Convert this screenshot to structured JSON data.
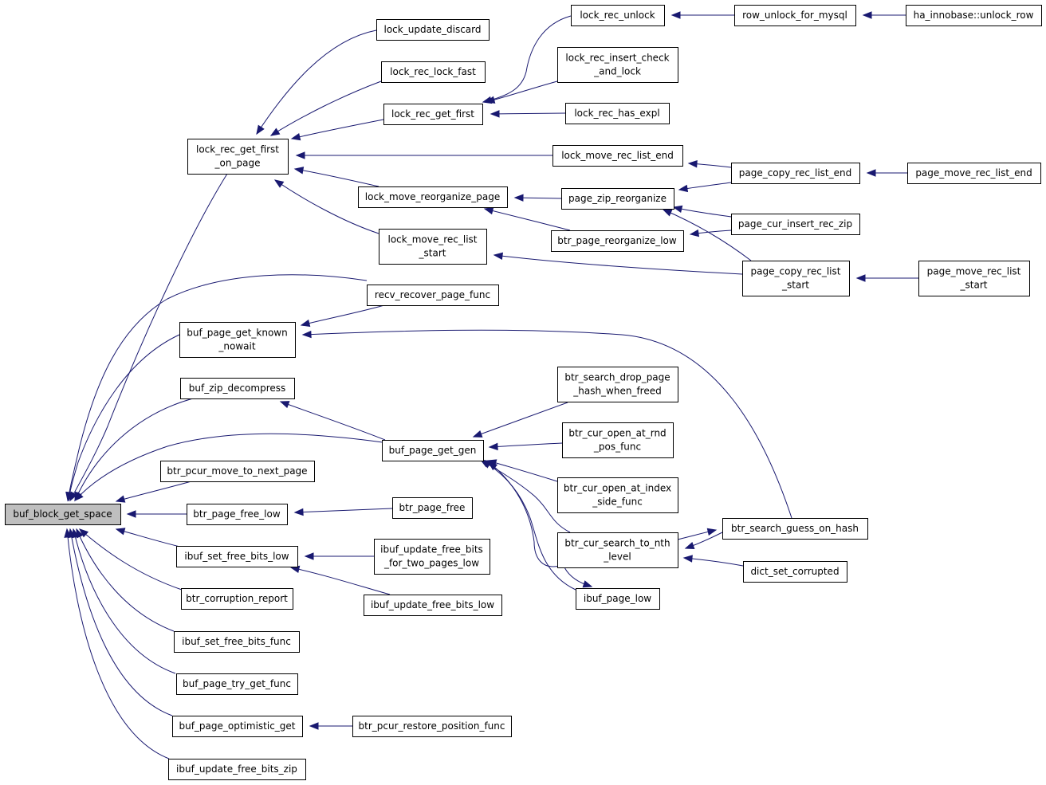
{
  "colors": {
    "edge": "#191970",
    "root_fill": "#bfbfbf",
    "node_fill": "#ffffff",
    "border": "#000000"
  },
  "nodes": [
    {
      "id": "n_root",
      "lines": [
        "buf_block_get_space"
      ],
      "root": true
    },
    {
      "id": "n_lrgfop",
      "lines": [
        "lock_rec_get_first",
        "_on_page"
      ]
    },
    {
      "id": "n_lud",
      "lines": [
        "lock_update_discard"
      ]
    },
    {
      "id": "n_lrlf",
      "lines": [
        "lock_rec_lock_fast"
      ]
    },
    {
      "id": "n_lrgf",
      "lines": [
        "lock_rec_get_first"
      ]
    },
    {
      "id": "n_lru",
      "lines": [
        "lock_rec_unlock"
      ]
    },
    {
      "id": "n_rufm",
      "lines": [
        "row_unlock_for_mysql"
      ]
    },
    {
      "id": "n_haur",
      "lines": [
        "ha_innobase::unlock_row"
      ]
    },
    {
      "id": "n_lrica",
      "lines": [
        "lock_rec_insert_check",
        "_and_lock"
      ]
    },
    {
      "id": "n_lrhe",
      "lines": [
        "lock_rec_has_expl"
      ]
    },
    {
      "id": "n_lmrle",
      "lines": [
        "lock_move_rec_list_end"
      ]
    },
    {
      "id": "n_pcrle",
      "lines": [
        "page_copy_rec_list_end"
      ]
    },
    {
      "id": "n_pmrle",
      "lines": [
        "page_move_rec_list_end"
      ]
    },
    {
      "id": "n_lmrp",
      "lines": [
        "lock_move_reorganize_page"
      ]
    },
    {
      "id": "n_pzr",
      "lines": [
        "page_zip_reorganize"
      ]
    },
    {
      "id": "n_pcirz",
      "lines": [
        "page_cur_insert_rec_zip"
      ]
    },
    {
      "id": "n_bprl",
      "lines": [
        "btr_page_reorganize_low"
      ]
    },
    {
      "id": "n_lmrls",
      "lines": [
        "lock_move_rec_list",
        "_start"
      ]
    },
    {
      "id": "n_pcrls",
      "lines": [
        "page_copy_rec_list",
        "_start"
      ]
    },
    {
      "id": "n_pmrls",
      "lines": [
        "page_move_rec_list",
        "_start"
      ]
    },
    {
      "id": "n_rrpf",
      "lines": [
        "recv_recover_page_func"
      ]
    },
    {
      "id": "n_bpgkn",
      "lines": [
        "buf_page_get_known",
        "_nowait"
      ]
    },
    {
      "id": "n_bzd",
      "lines": [
        "buf_zip_decompress"
      ]
    },
    {
      "id": "n_bsdph",
      "lines": [
        "btr_search_drop_page",
        "_hash_when_freed"
      ]
    },
    {
      "id": "n_bcorp",
      "lines": [
        "btr_cur_open_at_rnd",
        "_pos_func"
      ]
    },
    {
      "id": "n_bpgg",
      "lines": [
        "buf_page_get_gen"
      ]
    },
    {
      "id": "n_bcois",
      "lines": [
        "btr_cur_open_at_index",
        "_side_func"
      ]
    },
    {
      "id": "n_bpmnp",
      "lines": [
        "btr_pcur_move_to_next_page"
      ]
    },
    {
      "id": "n_bpfl",
      "lines": [
        "btr_page_free_low"
      ]
    },
    {
      "id": "n_bpf",
      "lines": [
        "btr_page_free"
      ]
    },
    {
      "id": "n_bcstnl",
      "lines": [
        "btr_cur_search_to_nth",
        "_level"
      ]
    },
    {
      "id": "n_bsgoh",
      "lines": [
        "btr_search_guess_on_hash"
      ]
    },
    {
      "id": "n_isfbl",
      "lines": [
        "ibuf_set_free_bits_low"
      ]
    },
    {
      "id": "n_iufbtp",
      "lines": [
        "ibuf_update_free_bits",
        "_for_two_pages_low"
      ]
    },
    {
      "id": "n_dsc",
      "lines": [
        "dict_set_corrupted"
      ]
    },
    {
      "id": "n_bcr",
      "lines": [
        "btr_corruption_report"
      ]
    },
    {
      "id": "n_iufbl",
      "lines": [
        "ibuf_update_free_bits_low"
      ]
    },
    {
      "id": "n_ipl",
      "lines": [
        "ibuf_page_low"
      ]
    },
    {
      "id": "n_isfbf",
      "lines": [
        "ibuf_set_free_bits_func"
      ]
    },
    {
      "id": "n_bptgf",
      "lines": [
        "buf_page_try_get_func"
      ]
    },
    {
      "id": "n_bpog",
      "lines": [
        "buf_page_optimistic_get"
      ]
    },
    {
      "id": "n_bprpf",
      "lines": [
        "btr_pcur_restore_position_func"
      ]
    },
    {
      "id": "n_iufbz",
      "lines": [
        "ibuf_update_free_bits_zip"
      ]
    }
  ],
  "edges": [
    {
      "from": "n_lrgfop",
      "to": "n_root"
    },
    {
      "from": "n_rrpf",
      "to": "n_root"
    },
    {
      "from": "n_bpgkn",
      "to": "n_root"
    },
    {
      "from": "n_bzd",
      "to": "n_root"
    },
    {
      "from": "n_bpgg",
      "to": "n_root"
    },
    {
      "from": "n_bpmnp",
      "to": "n_root"
    },
    {
      "from": "n_bpfl",
      "to": "n_root"
    },
    {
      "from": "n_isfbl",
      "to": "n_root"
    },
    {
      "from": "n_bcr",
      "to": "n_root"
    },
    {
      "from": "n_isfbf",
      "to": "n_root"
    },
    {
      "from": "n_bptgf",
      "to": "n_root"
    },
    {
      "from": "n_bpog",
      "to": "n_root"
    },
    {
      "from": "n_iufbz",
      "to": "n_root"
    },
    {
      "from": "n_lud",
      "to": "n_lrgfop"
    },
    {
      "from": "n_lrlf",
      "to": "n_lrgfop"
    },
    {
      "from": "n_lrgf",
      "to": "n_lrgfop"
    },
    {
      "from": "n_lmrle",
      "to": "n_lrgfop"
    },
    {
      "from": "n_lmrp",
      "to": "n_lrgfop"
    },
    {
      "from": "n_lmrls",
      "to": "n_lrgfop"
    },
    {
      "from": "n_lru",
      "to": "n_lrgf"
    },
    {
      "from": "n_lrica",
      "to": "n_lrgf"
    },
    {
      "from": "n_lrhe",
      "to": "n_lrgf"
    },
    {
      "from": "n_rufm",
      "to": "n_lru"
    },
    {
      "from": "n_haur",
      "to": "n_rufm"
    },
    {
      "from": "n_pcrle",
      "to": "n_lmrle"
    },
    {
      "from": "n_pmrle",
      "to": "n_pcrle"
    },
    {
      "from": "n_pzr",
      "to": "n_lmrp"
    },
    {
      "from": "n_bprl",
      "to": "n_lmrp"
    },
    {
      "from": "n_pcrle",
      "to": "n_pzr"
    },
    {
      "from": "n_pcirz",
      "to": "n_pzr"
    },
    {
      "from": "n_pcrls",
      "to": "n_pzr"
    },
    {
      "from": "n_pcirz",
      "to": "n_bprl"
    },
    {
      "from": "n_pcrls",
      "to": "n_lmrls"
    },
    {
      "from": "n_pmrls",
      "to": "n_pcrls"
    },
    {
      "from": "n_rrpf",
      "to": "n_bpgkn"
    },
    {
      "from": "n_bsgoh",
      "to": "n_bpgkn"
    },
    {
      "from": "n_bpgg",
      "to": "n_bzd"
    },
    {
      "from": "n_bsdph",
      "to": "n_bpgg"
    },
    {
      "from": "n_bcorp",
      "to": "n_bpgg"
    },
    {
      "from": "n_bcois",
      "to": "n_bpgg"
    },
    {
      "from": "n_bcstnl",
      "to": "n_bpgg"
    },
    {
      "from": "n_ipl",
      "to": "n_bpgg"
    },
    {
      "from": "n_bsgoh",
      "to": "n_bcstnl"
    },
    {
      "from": "n_dsc",
      "to": "n_bcstnl"
    },
    {
      "from": "n_bcstnl",
      "to": "n_bsgoh"
    },
    {
      "from": "n_bcstnl",
      "to": "n_ipl"
    },
    {
      "from": "n_bpf",
      "to": "n_bpfl"
    },
    {
      "from": "n_iufbtp",
      "to": "n_isfbl"
    },
    {
      "from": "n_iufbl",
      "to": "n_isfbl"
    },
    {
      "from": "n_bprpf",
      "to": "n_bpog"
    }
  ]
}
